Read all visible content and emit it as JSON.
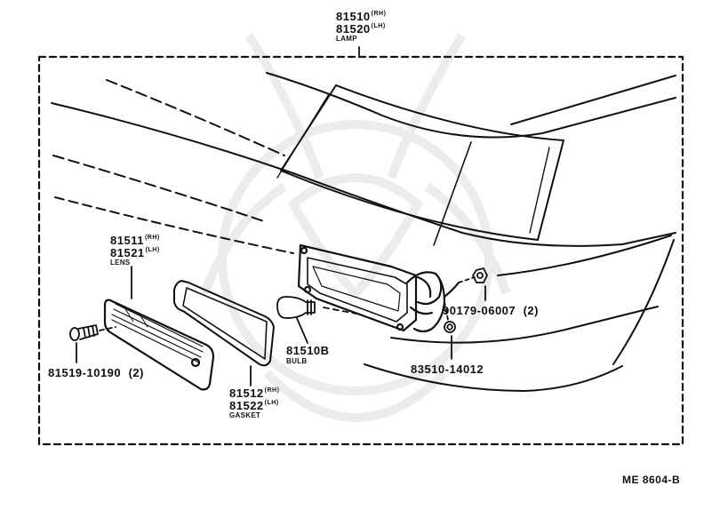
{
  "diagram": {
    "lamp": {
      "part_rh": "81510",
      "suffix_rh": "(RH)",
      "part_lh": "81520",
      "suffix_lh": "(LH)",
      "name": "LAMP"
    },
    "lens": {
      "part_rh": "81511",
      "suffix_rh": "(RH)",
      "part_lh": "81521",
      "suffix_lh": "(LH)",
      "name": "LENS"
    },
    "gasket": {
      "part_rh": "81512",
      "suffix_rh": "(RH)",
      "part_lh": "81522",
      "suffix_lh": "(LH)",
      "name": "GASKET"
    },
    "bulb": {
      "part": "81510B",
      "name": "BULB"
    },
    "screw": {
      "part": "81519-10190",
      "qty": "(2)"
    },
    "nut": {
      "part": "90179-06007",
      "qty": "(2)"
    },
    "socket": {
      "part": "83510-14012"
    },
    "diagram_code": "ME 8604-B"
  }
}
